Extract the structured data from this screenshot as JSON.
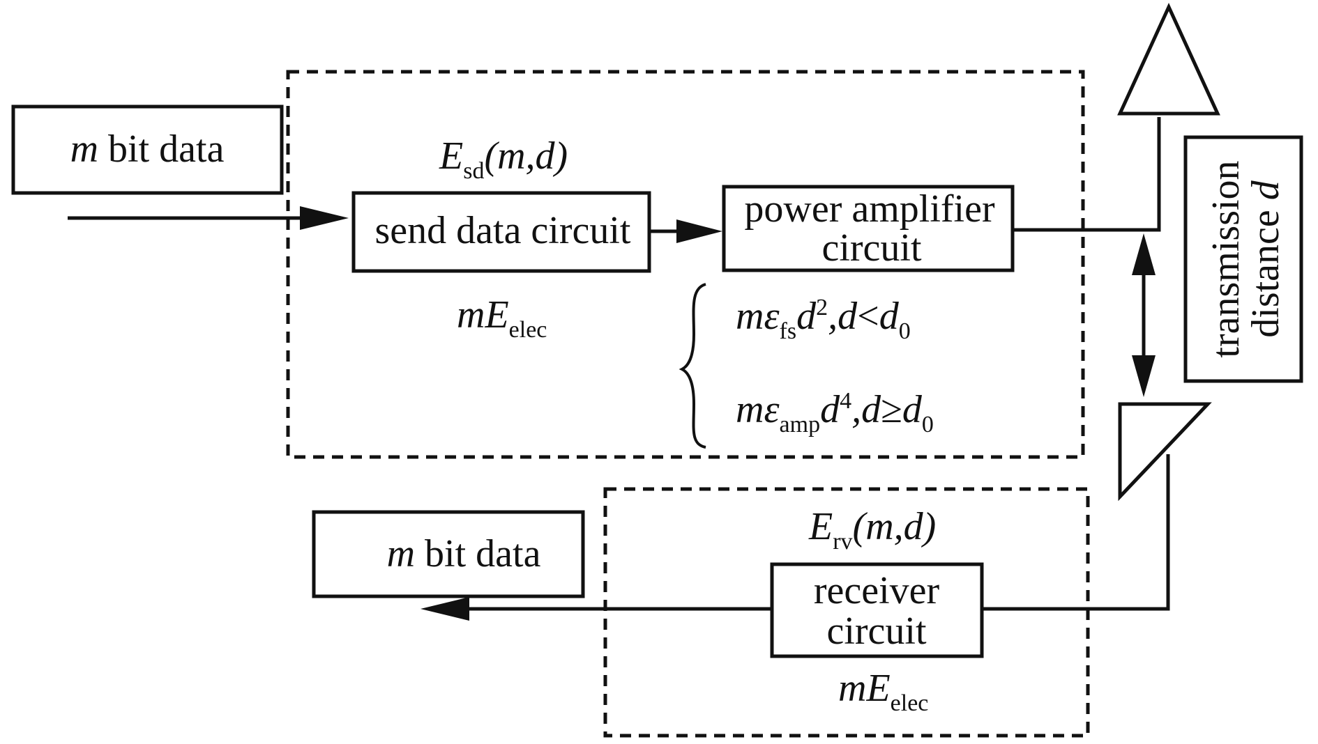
{
  "transmitter": {
    "input_box": {
      "var": "m",
      "text": " bit data"
    },
    "energy": {
      "E": "E",
      "sub": "sd",
      "args": "(m,d)"
    },
    "send_circuit": "send data circuit",
    "amplifier": {
      "line1": "power amplifier",
      "line2": "circuit"
    },
    "elec_energy": {
      "m": "m",
      "E": "E",
      "sub": "elec"
    },
    "cases": {
      "free_space": {
        "m": "m",
        "eps": "ε",
        "eps_sub": "fs",
        "d": "d",
        "exp": "2",
        "cond_d": ",d",
        "op": "<",
        "d0": "d",
        "d0_sub": "0"
      },
      "multipath": {
        "m": "m",
        "eps": "ε",
        "eps_sub": "amp",
        "d": "d",
        "exp": "4",
        "cond_d": ",d",
        "op": "≥",
        "d0": "d",
        "d0_sub": "0"
      }
    }
  },
  "channel": {
    "distance_label": {
      "text": "transmission",
      "line2": "distance ",
      "var": "d"
    }
  },
  "receiver": {
    "energy": {
      "E": "E",
      "sub": "rv",
      "args": "(m,d)"
    },
    "circuit": {
      "line1": "receiver",
      "line2": "circuit"
    },
    "elec_energy": {
      "m": "m",
      "E": "E",
      "sub": "elec"
    },
    "output_box": {
      "var": "m",
      "text": " bit data"
    }
  }
}
